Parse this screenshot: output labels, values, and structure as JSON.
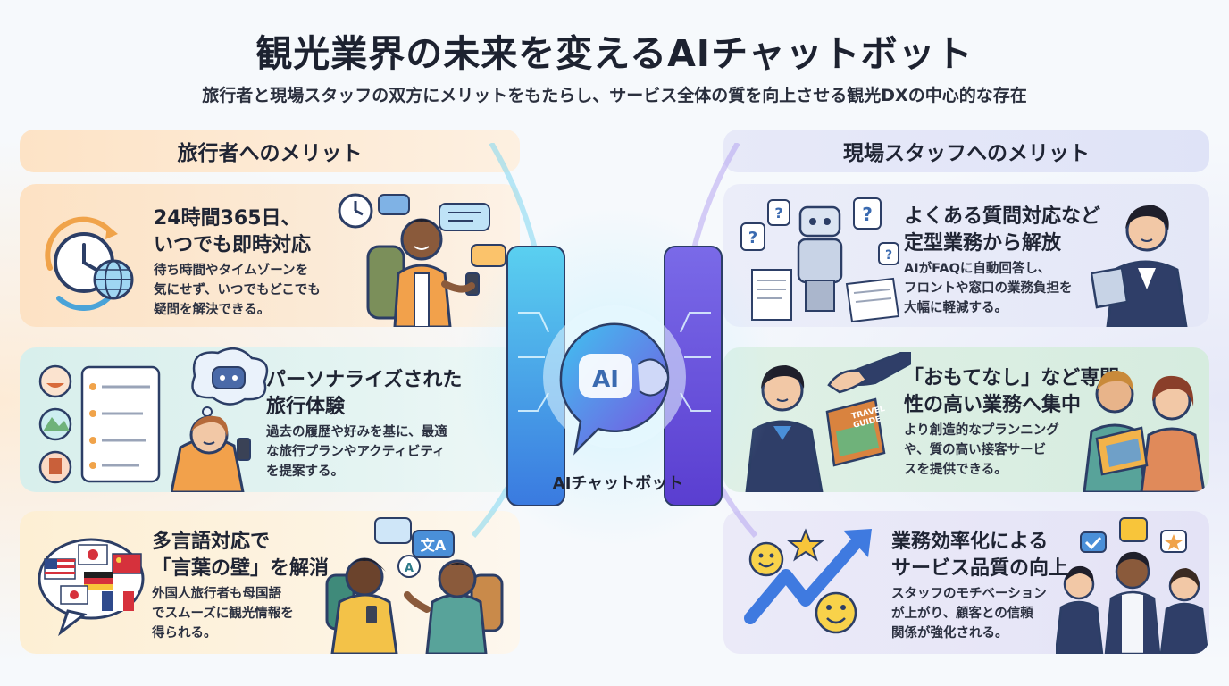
{
  "header": {
    "title": "観光業界の未来を変えるAIチャットボット",
    "subtitle": "旅行者と現場スタッフの双方にメリットをもたらし、サービス全体の質を向上させる観光DXの中心的な存在"
  },
  "left_column": {
    "heading": "旅行者へのメリット",
    "cards": [
      {
        "title_line1": "24時間365日、",
        "title_line2": "いつでも即時対応",
        "desc_line1": "待ち時間やタイムゾーンを",
        "desc_line2": "気にせず、いつでもどこでも",
        "desc_line3": "疑問を解決できる。"
      },
      {
        "title_line1": "パーソナライズされた",
        "title_line2": "旅行体験",
        "desc_line1": "過去の履歴や好みを基に、最適",
        "desc_line2": "な旅行プランやアクティビティ",
        "desc_line3": "を提案する。"
      },
      {
        "title_line1": "多言語対応で",
        "title_line2": "「言葉の壁」を解消",
        "desc_line1": "外国人旅行者も母国語",
        "desc_line2": "でスムーズに観光情報を",
        "desc_line3": "得られる。"
      }
    ]
  },
  "right_column": {
    "heading": "現場スタッフへのメリット",
    "cards": [
      {
        "title_line1": "よくある質問対応など",
        "title_line2": "定型業務から解放",
        "desc_line1": "AIがFAQに自動回答し、",
        "desc_line2": "フロントや窓口の業務負担を",
        "desc_line3": "大幅に軽減する。"
      },
      {
        "title_line1": "「おもてなし」など専門",
        "title_line2": "性の高い業務へ集中",
        "desc_line1": "より創造的なプランニング",
        "desc_line2": "や、質の高い接客サービ",
        "desc_line3": "スを提供できる。"
      },
      {
        "title_line1": "業務効率化による",
        "title_line2": "サービス品質の向上",
        "desc_line1": "スタッフのモチベーション",
        "desc_line2": "が上がり、顧客との信頼",
        "desc_line3": "関係が強化される。"
      }
    ]
  },
  "center": {
    "bubble_text": "AI",
    "label": "AIチャットボット"
  },
  "illustrations": {
    "travel_guide_line1": "TRAVEL",
    "travel_guide_line2": "GUIDE",
    "translate_glyph": "文A",
    "translate_latin": "A"
  },
  "icons": {
    "card_l1": [
      "clock-icon",
      "globe-icon",
      "alarm-clock-icon",
      "chat-bubble-icon",
      "traveler-with-phone"
    ],
    "card_l2": [
      "food-icon",
      "landscape-icon",
      "landmark-icon",
      "itinerary-list-icon",
      "robot-thought-bubble",
      "traveler-with-phone"
    ],
    "card_l3": [
      "flag-usa",
      "flag-japan",
      "flag-china",
      "flag-germany",
      "flag-korea",
      "flag-france",
      "translate-bubble-icon",
      "travelers-talking"
    ],
    "card_r1": [
      "robot-icon",
      "question-mark-icon",
      "document-stack-icon",
      "staff-with-tablet"
    ],
    "card_r2": [
      "handshake-icon",
      "staff-with-guidebook",
      "couple-reading-guide"
    ],
    "card_r3": [
      "growth-arrow-icon",
      "smile-emoji-icon",
      "star-icon",
      "thumbs-up-icon",
      "staff-team"
    ]
  },
  "colors": {
    "left_accent": "#fde3c6",
    "right_accent": "#e2e5f7",
    "ai_gradient_start": "#3fc3f0",
    "ai_gradient_end": "#7b4fe0"
  }
}
